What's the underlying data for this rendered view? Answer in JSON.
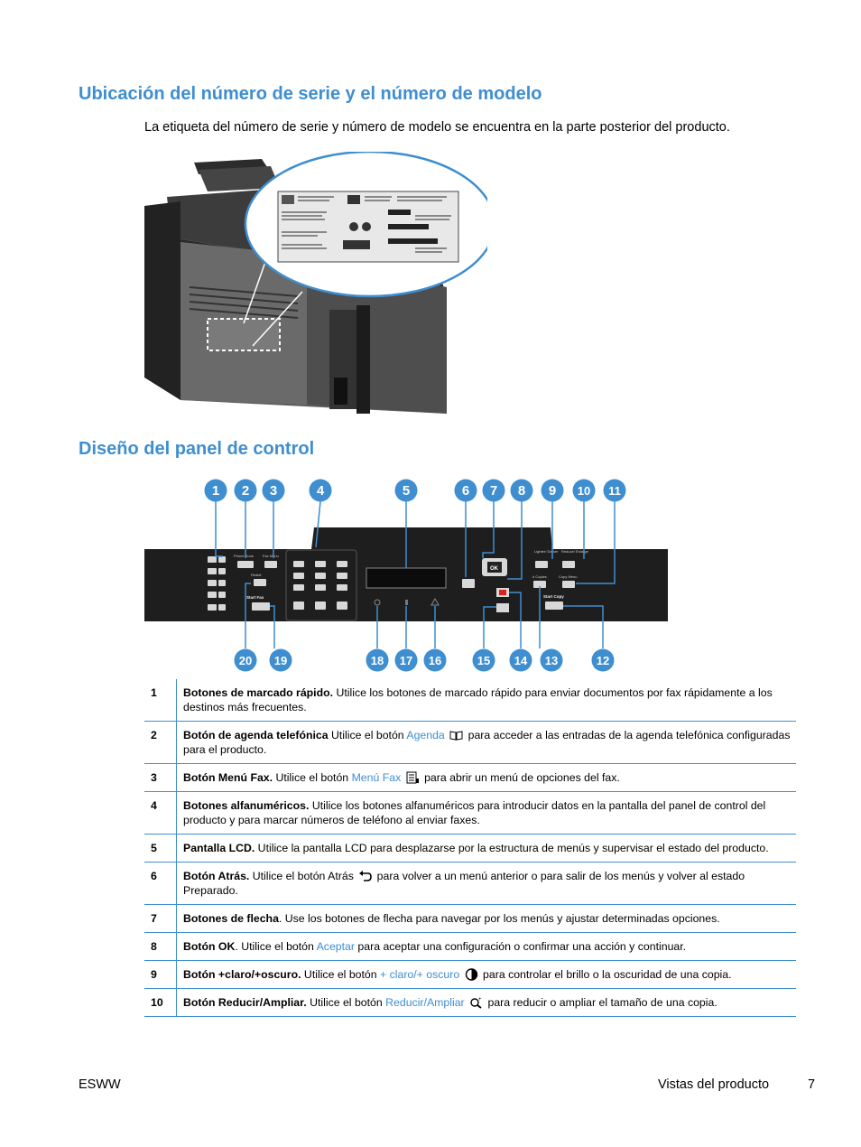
{
  "section1": {
    "title": "Ubicación del número de serie y el número de modelo",
    "intro": "La etiqueta del número de serie y número de modelo se encuentra en la parte posterior del producto."
  },
  "section2": {
    "title": "Diseño del panel de control"
  },
  "panel_callouts": {
    "top": [
      "1",
      "2",
      "3",
      "4",
      "5",
      "6",
      "7",
      "8",
      "9",
      "10",
      "11"
    ],
    "bottom": [
      "20",
      "19",
      "18",
      "17",
      "16",
      "15",
      "14",
      "13",
      "12"
    ]
  },
  "panel_labels": {
    "phone_book": "Phone Book",
    "fax_menu": "Fax Menu",
    "redial": "Redial",
    "start_fax": "Start Fax",
    "lighter_darker": "Lighter/ Darker",
    "reduce_enlarge": "Reduce/ Enlarge",
    "copies": "# Copies",
    "copy_menu": "Copy Menu",
    "start_copy": "Start Copy",
    "ok": "OK"
  },
  "legend": [
    {
      "num": "1",
      "bold": "Botones de marcado rápido.",
      "pre": " Utilice los botones de marcado rápido para enviar documentos por fax rápidamente a los destinos más frecuentes.",
      "link": "",
      "icon": "",
      "post": ""
    },
    {
      "num": "2",
      "bold": "Botón de agenda telefónica",
      "pre": " Utilice el botón ",
      "link": "Agenda",
      "icon": "phone-book",
      "post": " para acceder a las entradas de la agenda telefónica configuradas para el producto."
    },
    {
      "num": "3",
      "bold": "Botón Menú Fax.",
      "pre": " Utilice el botón ",
      "link": "Menú Fax",
      "icon": "fax-menu",
      "post": " para abrir un menú de opciones del fax."
    },
    {
      "num": "4",
      "bold": "Botones alfanuméricos.",
      "pre": " Utilice los botones alfanuméricos para introducir datos en la pantalla del panel de control del producto y para marcar números de teléfono al enviar faxes.",
      "link": "",
      "icon": "",
      "post": ""
    },
    {
      "num": "5",
      "bold": "Pantalla LCD.",
      "pre": " Utilice la pantalla LCD para desplazarse por la estructura de menús y supervisar el estado del producto.",
      "link": "",
      "icon": "",
      "post": ""
    },
    {
      "num": "6",
      "bold": "Botón Atrás.",
      "pre": " Utilice el botón Atrás ",
      "link": "",
      "icon": "back",
      "post": " para volver a un menú anterior o para salir de los menús y volver al estado Preparado."
    },
    {
      "num": "7",
      "bold": "Botones de flecha",
      "pre": ". Use los botones de flecha para navegar por los menús y ajustar determinadas opciones.",
      "link": "",
      "icon": "",
      "post": ""
    },
    {
      "num": "8",
      "bold": "Botón OK",
      "pre": ". Utilice el botón ",
      "link": "Aceptar",
      "icon": "",
      "post": " para aceptar una configuración o confirmar una acción y continuar."
    },
    {
      "num": "9",
      "bold": "Botón +claro/+oscuro.",
      "pre": " Utilice el botón ",
      "link": "+ claro/+ oscuro",
      "icon": "contrast",
      "post": " para controlar el brillo o la oscuridad de una copia."
    },
    {
      "num": "10",
      "bold": "Botón Reducir/Ampliar.",
      "pre": " Utilice el botón ",
      "link": "Reducir/Ampliar",
      "icon": "zoom",
      "post": " para reducir o ampliar el tamaño de una copia."
    }
  ],
  "footer": {
    "left": "ESWW",
    "right": "Vistas del producto",
    "page": "7"
  }
}
